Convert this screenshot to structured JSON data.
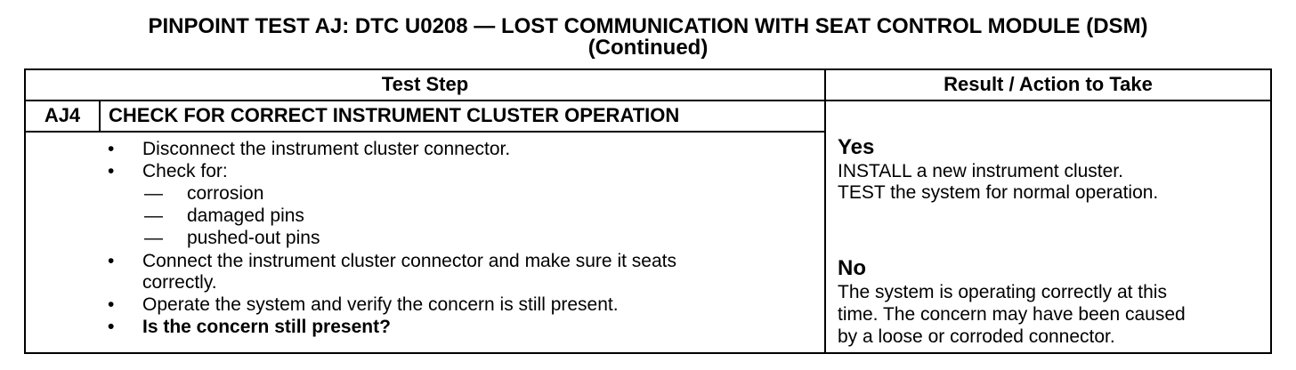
{
  "title": {
    "line1": "PINPOINT TEST  AJ: DTC U0208 — LOST COMMUNICATION WITH SEAT CONTROL MODULE (DSM)",
    "line2": "(Continued)"
  },
  "table": {
    "header_test_step": "Test Step",
    "header_result": "Result / Action to Take",
    "step_id": "AJ4",
    "step_title": "CHECK FOR CORRECT INSTRUMENT CLUSTER OPERATION",
    "bullet_symbol": "•",
    "dash_symbol": "—",
    "instructions": {
      "b1": "Disconnect the instrument cluster connector.",
      "b2": "Check for:",
      "sub1": "corrosion",
      "sub2": "damaged pins",
      "sub3": "pushed-out pins",
      "b3_line1": "Connect the instrument cluster connector and make sure it seats",
      "b3_line2": "correctly.",
      "b4": "Operate the system and verify the concern is still present.",
      "b5": "Is the concern still present?"
    },
    "results": {
      "yes_label": "Yes",
      "yes_line1": "INSTALL a new instrument cluster.",
      "yes_line2": "TEST the system for normal operation.",
      "no_label": "No",
      "no_line1": "The system is operating correctly at this",
      "no_line2": "time. The concern may have been caused",
      "no_line3": "by a loose or corroded connector."
    }
  }
}
